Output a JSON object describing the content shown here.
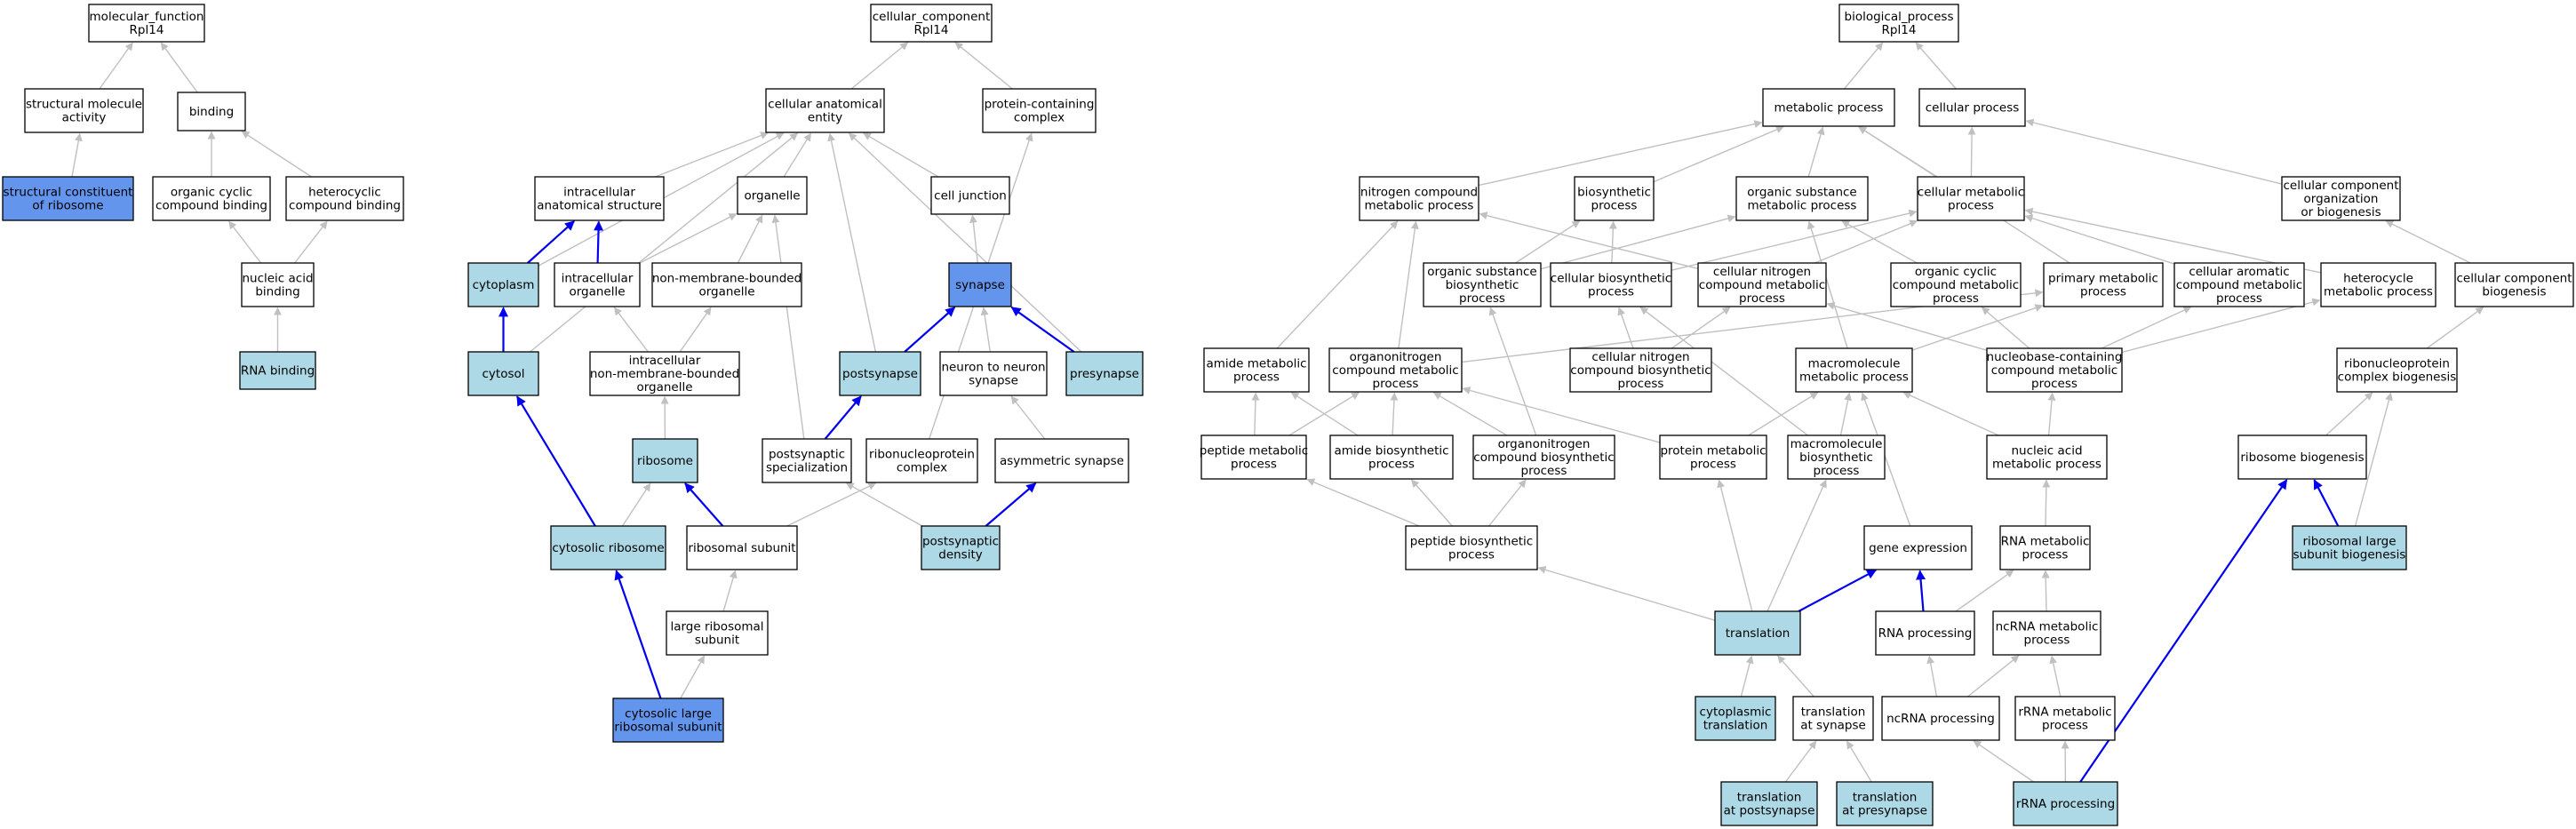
{
  "colors": {
    "plain": "#ffffff",
    "light": "#add8e6",
    "dark": "#6495ed",
    "edge_gray": "#c0c0c0",
    "edge_blue": "#0000ee"
  },
  "nodes": {
    "mf": {
      "lines": [
        "molecular_function",
        "Rpl14"
      ],
      "fill": "plain"
    },
    "struct_mol": {
      "lines": [
        "structural molecule",
        "activity"
      ],
      "fill": "plain"
    },
    "binding": {
      "lines": [
        "binding"
      ],
      "fill": "plain"
    },
    "struct_const": {
      "lines": [
        "structural constituent",
        "of ribosome"
      ],
      "fill": "dark"
    },
    "org_cyclic_bind": {
      "lines": [
        "organic cyclic",
        "compound binding"
      ],
      "fill": "plain"
    },
    "hetero_bind": {
      "lines": [
        "heterocyclic",
        "compound binding"
      ],
      "fill": "plain"
    },
    "nucleic_bind": {
      "lines": [
        "nucleic acid",
        "binding"
      ],
      "fill": "plain"
    },
    "rna_bind": {
      "lines": [
        "RNA binding"
      ],
      "fill": "light"
    },
    "cc": {
      "lines": [
        "cellular_component",
        "Rpl14"
      ],
      "fill": "plain"
    },
    "cae": {
      "lines": [
        "cellular anatomical",
        "entity"
      ],
      "fill": "plain"
    },
    "pcc": {
      "lines": [
        "protein-containing",
        "complex"
      ],
      "fill": "plain"
    },
    "ias": {
      "lines": [
        "intracellular",
        "anatomical structure"
      ],
      "fill": "plain"
    },
    "organelle": {
      "lines": [
        "organelle"
      ],
      "fill": "plain"
    },
    "celljunc": {
      "lines": [
        "cell junction"
      ],
      "fill": "plain"
    },
    "cytoplasm": {
      "lines": [
        "cytoplasm"
      ],
      "fill": "light"
    },
    "intra_org": {
      "lines": [
        "intracellular",
        "organelle"
      ],
      "fill": "plain"
    },
    "nmbo": {
      "lines": [
        "non-membrane-bounded",
        "organelle"
      ],
      "fill": "plain"
    },
    "synapse": {
      "lines": [
        "synapse"
      ],
      "fill": "dark"
    },
    "cytosol": {
      "lines": [
        "cytosol"
      ],
      "fill": "light"
    },
    "inmbo": {
      "lines": [
        "intracellular",
        "non-membrane-bounded",
        "organelle"
      ],
      "fill": "plain"
    },
    "postsynapse": {
      "lines": [
        "postsynapse"
      ],
      "fill": "light"
    },
    "n2n": {
      "lines": [
        "neuron to neuron",
        "synapse"
      ],
      "fill": "plain"
    },
    "presynapse": {
      "lines": [
        "presynapse"
      ],
      "fill": "light"
    },
    "ribosome": {
      "lines": [
        "ribosome"
      ],
      "fill": "light"
    },
    "postsyn_spec": {
      "lines": [
        "postsynaptic",
        "specialization"
      ],
      "fill": "plain"
    },
    "rnp_complex": {
      "lines": [
        "ribonucleoprotein",
        "complex"
      ],
      "fill": "plain"
    },
    "asym_syn": {
      "lines": [
        "asymmetric synapse"
      ],
      "fill": "plain"
    },
    "cyto_ribo": {
      "lines": [
        "cytosolic ribosome"
      ],
      "fill": "light"
    },
    "ribo_sub": {
      "lines": [
        "ribosomal subunit"
      ],
      "fill": "plain"
    },
    "postsyn_dens": {
      "lines": [
        "postsynaptic",
        "density"
      ],
      "fill": "light"
    },
    "lrs": {
      "lines": [
        "large ribosomal",
        "subunit"
      ],
      "fill": "plain"
    },
    "clrs": {
      "lines": [
        "cytosolic large",
        "ribosomal subunit"
      ],
      "fill": "dark"
    },
    "bp": {
      "lines": [
        "biological_process",
        "Rpl14"
      ],
      "fill": "plain"
    },
    "metab": {
      "lines": [
        "metabolic process"
      ],
      "fill": "plain"
    },
    "cellproc": {
      "lines": [
        "cellular process"
      ],
      "fill": "plain"
    },
    "ncmp": {
      "lines": [
        "nitrogen compound",
        "metabolic process"
      ],
      "fill": "plain"
    },
    "biosyn": {
      "lines": [
        "biosynthetic",
        "process"
      ],
      "fill": "plain"
    },
    "osmp": {
      "lines": [
        "organic substance",
        "metabolic process"
      ],
      "fill": "plain"
    },
    "cmp": {
      "lines": [
        "cellular metabolic",
        "process"
      ],
      "fill": "plain"
    },
    "ccob": {
      "lines": [
        "cellular component",
        "organization",
        "or biogenesis"
      ],
      "fill": "plain"
    },
    "osbp": {
      "lines": [
        "organic substance",
        "biosynthetic",
        "process"
      ],
      "fill": "plain"
    },
    "cbp": {
      "lines": [
        "cellular biosynthetic",
        "process"
      ],
      "fill": "plain"
    },
    "cncmp": {
      "lines": [
        "cellular nitrogen",
        "compound metabolic",
        "process"
      ],
      "fill": "plain"
    },
    "occmp": {
      "lines": [
        "organic cyclic",
        "compound metabolic",
        "process"
      ],
      "fill": "plain"
    },
    "pmp": {
      "lines": [
        "primary metabolic",
        "process"
      ],
      "fill": "plain"
    },
    "cacmp": {
      "lines": [
        "cellular aromatic",
        "compound metabolic",
        "process"
      ],
      "fill": "plain"
    },
    "hmp": {
      "lines": [
        "heterocycle",
        "metabolic process"
      ],
      "fill": "plain"
    },
    "ccb": {
      "lines": [
        "cellular component",
        "biogenesis"
      ],
      "fill": "plain"
    },
    "amp": {
      "lines": [
        "amide metabolic",
        "process"
      ],
      "fill": "plain"
    },
    "oncmp": {
      "lines": [
        "organonitrogen",
        "compound metabolic",
        "process"
      ],
      "fill": "plain"
    },
    "cncbp": {
      "lines": [
        "cellular nitrogen",
        "compound biosynthetic",
        "process"
      ],
      "fill": "plain"
    },
    "mmp": {
      "lines": [
        "macromolecule",
        "metabolic process"
      ],
      "fill": "plain"
    },
    "nccmp": {
      "lines": [
        "nucleobase-containing",
        "compound metabolic",
        "process"
      ],
      "fill": "plain"
    },
    "rnpcb": {
      "lines": [
        "ribonucleoprotein",
        "complex biogenesis"
      ],
      "fill": "plain"
    },
    "pepmp": {
      "lines": [
        "peptide metabolic",
        "process"
      ],
      "fill": "plain"
    },
    "abp": {
      "lines": [
        "amide biosynthetic",
        "process"
      ],
      "fill": "plain"
    },
    "oncbp": {
      "lines": [
        "organonitrogen",
        "compound biosynthetic",
        "process"
      ],
      "fill": "plain"
    },
    "protmp": {
      "lines": [
        "protein metabolic",
        "process"
      ],
      "fill": "plain"
    },
    "mbp": {
      "lines": [
        "macromolecule",
        "biosynthetic",
        "process"
      ],
      "fill": "plain"
    },
    "namp": {
      "lines": [
        "nucleic acid",
        "metabolic process"
      ],
      "fill": "plain"
    },
    "ribobio": {
      "lines": [
        "ribosome biogenesis"
      ],
      "fill": "plain"
    },
    "pepbp": {
      "lines": [
        "peptide biosynthetic",
        "process"
      ],
      "fill": "plain"
    },
    "geneexp": {
      "lines": [
        "gene expression"
      ],
      "fill": "plain"
    },
    "rnamp": {
      "lines": [
        "RNA metabolic",
        "process"
      ],
      "fill": "plain"
    },
    "rlsb": {
      "lines": [
        "ribosomal large",
        "subunit biogenesis"
      ],
      "fill": "light"
    },
    "translation": {
      "lines": [
        "translation"
      ],
      "fill": "light"
    },
    "rnaproc": {
      "lines": [
        "RNA processing"
      ],
      "fill": "plain"
    },
    "ncrnamp": {
      "lines": [
        "ncRNA metabolic",
        "process"
      ],
      "fill": "plain"
    },
    "cyto_trans": {
      "lines": [
        "cytoplasmic",
        "translation"
      ],
      "fill": "light"
    },
    "trans_syn": {
      "lines": [
        "translation",
        "at synapse"
      ],
      "fill": "plain"
    },
    "ncrnaproc": {
      "lines": [
        "ncRNA processing"
      ],
      "fill": "plain"
    },
    "rrnamp": {
      "lines": [
        "rRNA metabolic",
        "process"
      ],
      "fill": "plain"
    },
    "trans_post": {
      "lines": [
        "translation",
        "at postsynapse"
      ],
      "fill": "light"
    },
    "trans_pre": {
      "lines": [
        "translation",
        "at presynapse"
      ],
      "fill": "light"
    },
    "rrnaproc": {
      "lines": [
        "rRNA processing"
      ],
      "fill": "light"
    }
  },
  "edges": [
    {
      "from": "struct_mol",
      "to": "mf",
      "color": "gray"
    },
    {
      "from": "binding",
      "to": "mf",
      "color": "gray"
    },
    {
      "from": "struct_const",
      "to": "struct_mol",
      "color": "gray"
    },
    {
      "from": "org_cyclic_bind",
      "to": "binding",
      "color": "gray"
    },
    {
      "from": "hetero_bind",
      "to": "binding",
      "color": "gray"
    },
    {
      "from": "nucleic_bind",
      "to": "org_cyclic_bind",
      "color": "gray"
    },
    {
      "from": "nucleic_bind",
      "to": "hetero_bind",
      "color": "gray"
    },
    {
      "from": "rna_bind",
      "to": "nucleic_bind",
      "color": "gray"
    },
    {
      "from": "cae",
      "to": "cc",
      "color": "gray"
    },
    {
      "from": "pcc",
      "to": "cc",
      "color": "gray"
    },
    {
      "from": "ias",
      "to": "cae",
      "color": "gray"
    },
    {
      "from": "organelle",
      "to": "cae",
      "color": "gray"
    },
    {
      "from": "celljunc",
      "to": "cae",
      "color": "gray"
    },
    {
      "from": "cytoplasm",
      "to": "ias",
      "color": "blue"
    },
    {
      "from": "cytoplasm",
      "to": "cae",
      "color": "gray"
    },
    {
      "from": "intra_org",
      "to": "ias",
      "color": "blue"
    },
    {
      "from": "intra_org",
      "to": "organelle",
      "color": "gray"
    },
    {
      "from": "nmbo",
      "to": "organelle",
      "color": "gray"
    },
    {
      "from": "synapse",
      "to": "celljunc",
      "color": "gray"
    },
    {
      "from": "cytosol",
      "to": "cytoplasm",
      "color": "blue"
    },
    {
      "from": "cytosol",
      "to": "cae",
      "color": "gray"
    },
    {
      "from": "inmbo",
      "to": "intra_org",
      "color": "gray"
    },
    {
      "from": "inmbo",
      "to": "nmbo",
      "color": "gray"
    },
    {
      "from": "postsynapse",
      "to": "synapse",
      "color": "blue"
    },
    {
      "from": "postsynapse",
      "to": "cae",
      "color": "gray"
    },
    {
      "from": "n2n",
      "to": "synapse",
      "color": "gray"
    },
    {
      "from": "presynapse",
      "to": "synapse",
      "color": "blue"
    },
    {
      "from": "presynapse",
      "to": "cae",
      "color": "gray"
    },
    {
      "from": "ribosome",
      "to": "inmbo",
      "color": "gray"
    },
    {
      "from": "postsyn_spec",
      "to": "postsynapse",
      "color": "blue"
    },
    {
      "from": "postsyn_spec",
      "to": "organelle",
      "color": "gray"
    },
    {
      "from": "rnp_complex",
      "to": "pcc",
      "color": "gray"
    },
    {
      "from": "asym_syn",
      "to": "n2n",
      "color": "gray"
    },
    {
      "from": "cyto_ribo",
      "to": "cytosol",
      "color": "blue"
    },
    {
      "from": "cyto_ribo",
      "to": "ribosome",
      "color": "gray"
    },
    {
      "from": "ribo_sub",
      "to": "ribosome",
      "color": "blue"
    },
    {
      "from": "ribo_sub",
      "to": "rnp_complex",
      "color": "gray"
    },
    {
      "from": "postsyn_dens",
      "to": "asym_syn",
      "color": "blue"
    },
    {
      "from": "postsyn_dens",
      "to": "postsyn_spec",
      "color": "gray"
    },
    {
      "from": "lrs",
      "to": "ribo_sub",
      "color": "gray"
    },
    {
      "from": "clrs",
      "to": "cyto_ribo",
      "color": "blue"
    },
    {
      "from": "clrs",
      "to": "lrs",
      "color": "gray"
    },
    {
      "from": "metab",
      "to": "bp",
      "color": "gray"
    },
    {
      "from": "cellproc",
      "to": "bp",
      "color": "gray"
    },
    {
      "from": "ncmp",
      "to": "metab",
      "color": "gray"
    },
    {
      "from": "biosyn",
      "to": "metab",
      "color": "gray"
    },
    {
      "from": "osmp",
      "to": "metab",
      "color": "gray"
    },
    {
      "from": "cmp",
      "to": "metab",
      "color": "gray"
    },
    {
      "from": "cmp",
      "to": "cellproc",
      "color": "gray"
    },
    {
      "from": "ccob",
      "to": "cellproc",
      "color": "gray"
    },
    {
      "from": "osbp",
      "to": "biosyn",
      "color": "gray"
    },
    {
      "from": "osbp",
      "to": "osmp",
      "color": "gray"
    },
    {
      "from": "cbp",
      "to": "biosyn",
      "color": "gray"
    },
    {
      "from": "cbp",
      "to": "cmp",
      "color": "gray"
    },
    {
      "from": "cncmp",
      "to": "ncmp",
      "color": "gray"
    },
    {
      "from": "cncmp",
      "to": "cmp",
      "color": "gray"
    },
    {
      "from": "occmp",
      "to": "osmp",
      "color": "gray"
    },
    {
      "from": "pmp",
      "to": "metab",
      "color": "gray"
    },
    {
      "from": "cacmp",
      "to": "cmp",
      "color": "gray"
    },
    {
      "from": "hmp",
      "to": "cmp",
      "color": "gray"
    },
    {
      "from": "ccb",
      "to": "ccob",
      "color": "gray"
    },
    {
      "from": "amp",
      "to": "ncmp",
      "color": "gray"
    },
    {
      "from": "oncmp",
      "to": "ncmp",
      "color": "gray"
    },
    {
      "from": "oncmp",
      "to": "pmp",
      "color": "gray"
    },
    {
      "from": "cncbp",
      "to": "cbp",
      "color": "gray"
    },
    {
      "from": "cncbp",
      "to": "cncmp",
      "color": "gray"
    },
    {
      "from": "mmp",
      "to": "pmp",
      "color": "gray"
    },
    {
      "from": "mmp",
      "to": "osmp",
      "color": "gray"
    },
    {
      "from": "nccmp",
      "to": "cncmp",
      "color": "gray"
    },
    {
      "from": "nccmp",
      "to": "occmp",
      "color": "gray"
    },
    {
      "from": "nccmp",
      "to": "cacmp",
      "color": "gray"
    },
    {
      "from": "nccmp",
      "to": "hmp",
      "color": "gray"
    },
    {
      "from": "rnpcb",
      "to": "ccb",
      "color": "gray"
    },
    {
      "from": "pepmp",
      "to": "amp",
      "color": "gray"
    },
    {
      "from": "pepmp",
      "to": "oncmp",
      "color": "gray"
    },
    {
      "from": "abp",
      "to": "amp",
      "color": "gray"
    },
    {
      "from": "abp",
      "to": "oncmp",
      "color": "gray"
    },
    {
      "from": "oncbp",
      "to": "oncmp",
      "color": "gray"
    },
    {
      "from": "oncbp",
      "to": "osbp",
      "color": "gray"
    },
    {
      "from": "protmp",
      "to": "mmp",
      "color": "gray"
    },
    {
      "from": "protmp",
      "to": "oncmp",
      "color": "gray"
    },
    {
      "from": "mbp",
      "to": "mmp",
      "color": "gray"
    },
    {
      "from": "mbp",
      "to": "cbp",
      "color": "gray"
    },
    {
      "from": "namp",
      "to": "nccmp",
      "color": "gray"
    },
    {
      "from": "namp",
      "to": "mmp",
      "color": "gray"
    },
    {
      "from": "ribobio",
      "to": "rnpcb",
      "color": "gray"
    },
    {
      "from": "pepbp",
      "to": "pepmp",
      "color": "gray"
    },
    {
      "from": "pepbp",
      "to": "abp",
      "color": "gray"
    },
    {
      "from": "pepbp",
      "to": "oncbp",
      "color": "gray"
    },
    {
      "from": "geneexp",
      "to": "mmp",
      "color": "gray"
    },
    {
      "from": "rnamp",
      "to": "namp",
      "color": "gray"
    },
    {
      "from": "rlsb",
      "to": "ribobio",
      "color": "blue"
    },
    {
      "from": "rlsb",
      "to": "rnpcb",
      "color": "gray"
    },
    {
      "from": "translation",
      "to": "geneexp",
      "color": "blue"
    },
    {
      "from": "translation",
      "to": "pepbp",
      "color": "gray"
    },
    {
      "from": "translation",
      "to": "protmp",
      "color": "gray"
    },
    {
      "from": "translation",
      "to": "mbp",
      "color": "gray"
    },
    {
      "from": "rnaproc",
      "to": "geneexp",
      "color": "blue"
    },
    {
      "from": "rnaproc",
      "to": "rnamp",
      "color": "gray"
    },
    {
      "from": "ncrnamp",
      "to": "rnamp",
      "color": "gray"
    },
    {
      "from": "cyto_trans",
      "to": "translation",
      "color": "gray"
    },
    {
      "from": "trans_syn",
      "to": "translation",
      "color": "gray"
    },
    {
      "from": "ncrnaproc",
      "to": "rnaproc",
      "color": "gray"
    },
    {
      "from": "ncrnaproc",
      "to": "ncrnamp",
      "color": "gray"
    },
    {
      "from": "rrnamp",
      "to": "ncrnamp",
      "color": "gray"
    },
    {
      "from": "trans_post",
      "to": "trans_syn",
      "color": "gray"
    },
    {
      "from": "trans_pre",
      "to": "trans_syn",
      "color": "gray"
    },
    {
      "from": "rrnaproc",
      "to": "ncrnaproc",
      "color": "gray"
    },
    {
      "from": "rrnaproc",
      "to": "rrnamp",
      "color": "gray"
    },
    {
      "from": "rrnaproc",
      "to": "ribobio",
      "color": "blue"
    }
  ]
}
